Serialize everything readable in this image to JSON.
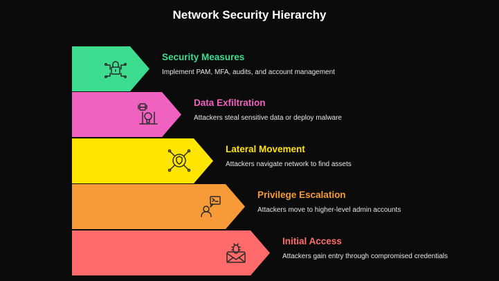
{
  "title": "Network Security Hierarchy",
  "levels": [
    {
      "heading": "Security Measures",
      "description": "Implement PAM, MFA, audits, and account management",
      "color": "#3ddc8f",
      "icon": "lock-circuit-icon"
    },
    {
      "heading": "Data Exfiltration",
      "description": "Attackers steal sensitive data or deploy malware",
      "color": "#f062c0",
      "icon": "skull-laptop-icon"
    },
    {
      "heading": "Lateral Movement",
      "description": "Attackers navigate network to find assets",
      "color": "#ffe600",
      "icon": "shield-network-icon"
    },
    {
      "heading": "Privilege Escalation",
      "description": "Attackers move to higher-level admin accounts",
      "color": "#f79a38",
      "icon": "user-terminal-icon"
    },
    {
      "heading": "Initial Access",
      "description": "Attackers gain entry through compromised credentials",
      "color": "#ff6b6b",
      "icon": "bug-envelope-icon"
    }
  ]
}
